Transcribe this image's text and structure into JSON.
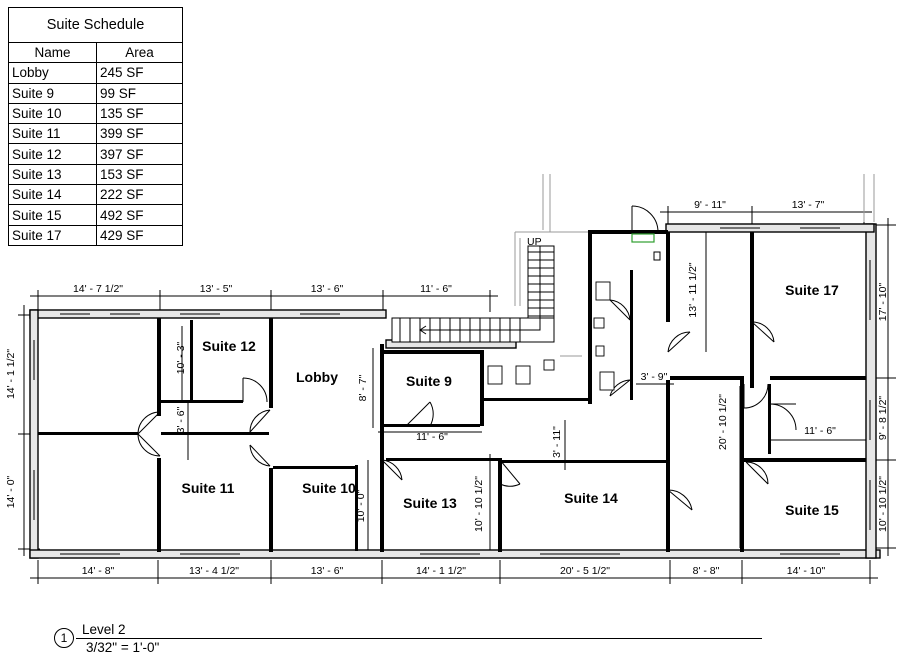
{
  "schedule": {
    "title": "Suite Schedule",
    "headers": [
      "Name",
      "Area"
    ],
    "rows": [
      [
        "Lobby",
        "245 SF"
      ],
      [
        "Suite 9",
        "99 SF"
      ],
      [
        "Suite 10",
        "135 SF"
      ],
      [
        "Suite 11",
        "399 SF"
      ],
      [
        "Suite 12",
        "397 SF"
      ],
      [
        "Suite 13",
        "153 SF"
      ],
      [
        "Suite 14",
        "222 SF"
      ],
      [
        "Suite 15",
        "492 SF"
      ],
      [
        "Suite 17",
        "429 SF"
      ]
    ]
  },
  "rooms": {
    "suite12": "Suite 12",
    "lobby": "Lobby",
    "suite9": "Suite 9",
    "suite17": "Suite 17",
    "suite11": "Suite 11",
    "suite10": "Suite 10",
    "suite13": "Suite 13",
    "suite14": "Suite 14",
    "suite15": "Suite 15"
  },
  "stair_label": "UP",
  "dimensions": {
    "top_1": "14' - 7 1/2\"",
    "top_2": "13' - 5\"",
    "top_3": "13' - 6\"",
    "top_4": "11' - 6\"",
    "top_5": "9' - 11\"",
    "top_6": "13' - 7\"",
    "bottom_1": "14' - 8\"",
    "bottom_2": "13' - 4 1/2\"",
    "bottom_3": "13' - 6\"",
    "bottom_4": "14' - 1 1/2\"",
    "bottom_5": "20' - 5 1/2\"",
    "bottom_6": "8' - 8\"",
    "bottom_7": "14' - 10\"",
    "left_1": "14' - 1 1/2\"",
    "left_2": "14' - 0\"",
    "right_1": "17' - 10\"",
    "right_2": "9' - 8 1/2\"",
    "right_3": "10' - 10 1/2\"",
    "int_suite12_v": "10' - 3\"",
    "int_corridor_v": "3' - 6\"",
    "int_suite9_v": "8' - 7\"",
    "int_suite9_h": "11' - 6\"",
    "int_corr14_v": "3' - 11\"",
    "int_suite10_v": "10' - 0\"",
    "int_suite13_v": "10' - 10 1/2\"",
    "int_suite17_v": "13' - 11 1/2\"",
    "int_restroom_h": "3' - 9\"",
    "int_center_v": "20' - 10 1/2\"",
    "int_suite15_h": "11' - 6\""
  },
  "caption": {
    "number": "1",
    "title": "Level 2",
    "scale": "3/32\" = 1'-0\""
  }
}
